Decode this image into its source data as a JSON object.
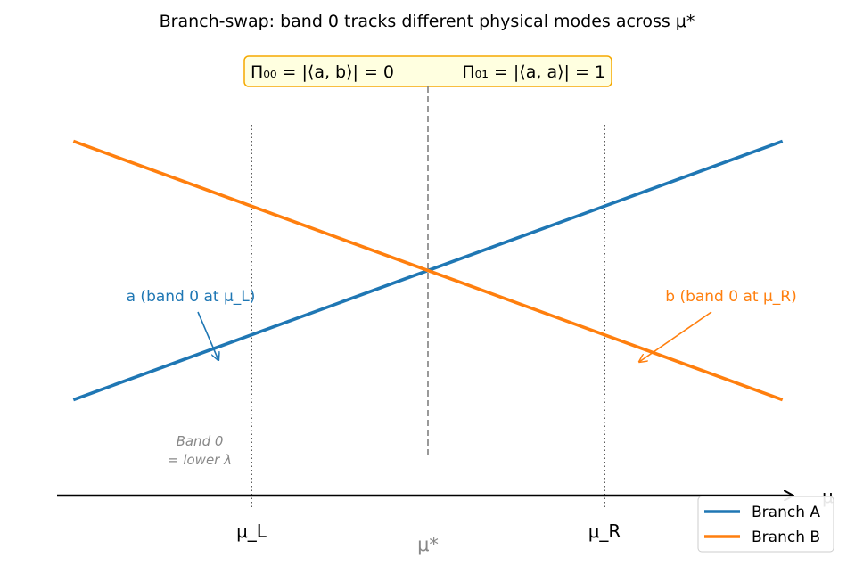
{
  "chart_data": {
    "type": "line",
    "title": "Branch-swap: band 0 tracks different physical modes across μ*",
    "xlabel": "μ",
    "ylabel": "",
    "grid": false,
    "legend": "bottom-right",
    "x_ticks": [
      {
        "x": 0.25,
        "label": "μ_L"
      },
      {
        "x": 0.75,
        "label": "μ_R"
      }
    ],
    "xlim": [
      0,
      1
    ],
    "ylim": [
      0,
      1
    ],
    "series": [
      {
        "name": "Branch A",
        "color": "#1f77b4",
        "x": [
          0,
          1
        ],
        "y": [
          0.1,
          0.9
        ]
      },
      {
        "name": "Branch B",
        "color": "#ff7f0e",
        "x": [
          0,
          1
        ],
        "y": [
          0.9,
          0.1
        ]
      }
    ],
    "crossing": {
      "x": 0.5,
      "label": "μ*"
    },
    "markers": {
      "left_x": 0.25,
      "right_x": 0.75
    },
    "info_box": {
      "left": "Π₀₀ = |⟨a, b⟩| = 0",
      "right": "Π₀₁ = |⟨a, a⟩| = 1"
    },
    "annotations": {
      "a": {
        "text": "a  (band 0 at μ_L)",
        "x": 0.25,
        "y": 0.3,
        "color": "#1f77b4"
      },
      "b": {
        "text": "b  (band 0 at μ_R)",
        "x": 0.75,
        "y": 0.3,
        "color": "#ff7f0e"
      },
      "band0_line1": "Band 0",
      "band0_line2": "= lower λ"
    }
  }
}
